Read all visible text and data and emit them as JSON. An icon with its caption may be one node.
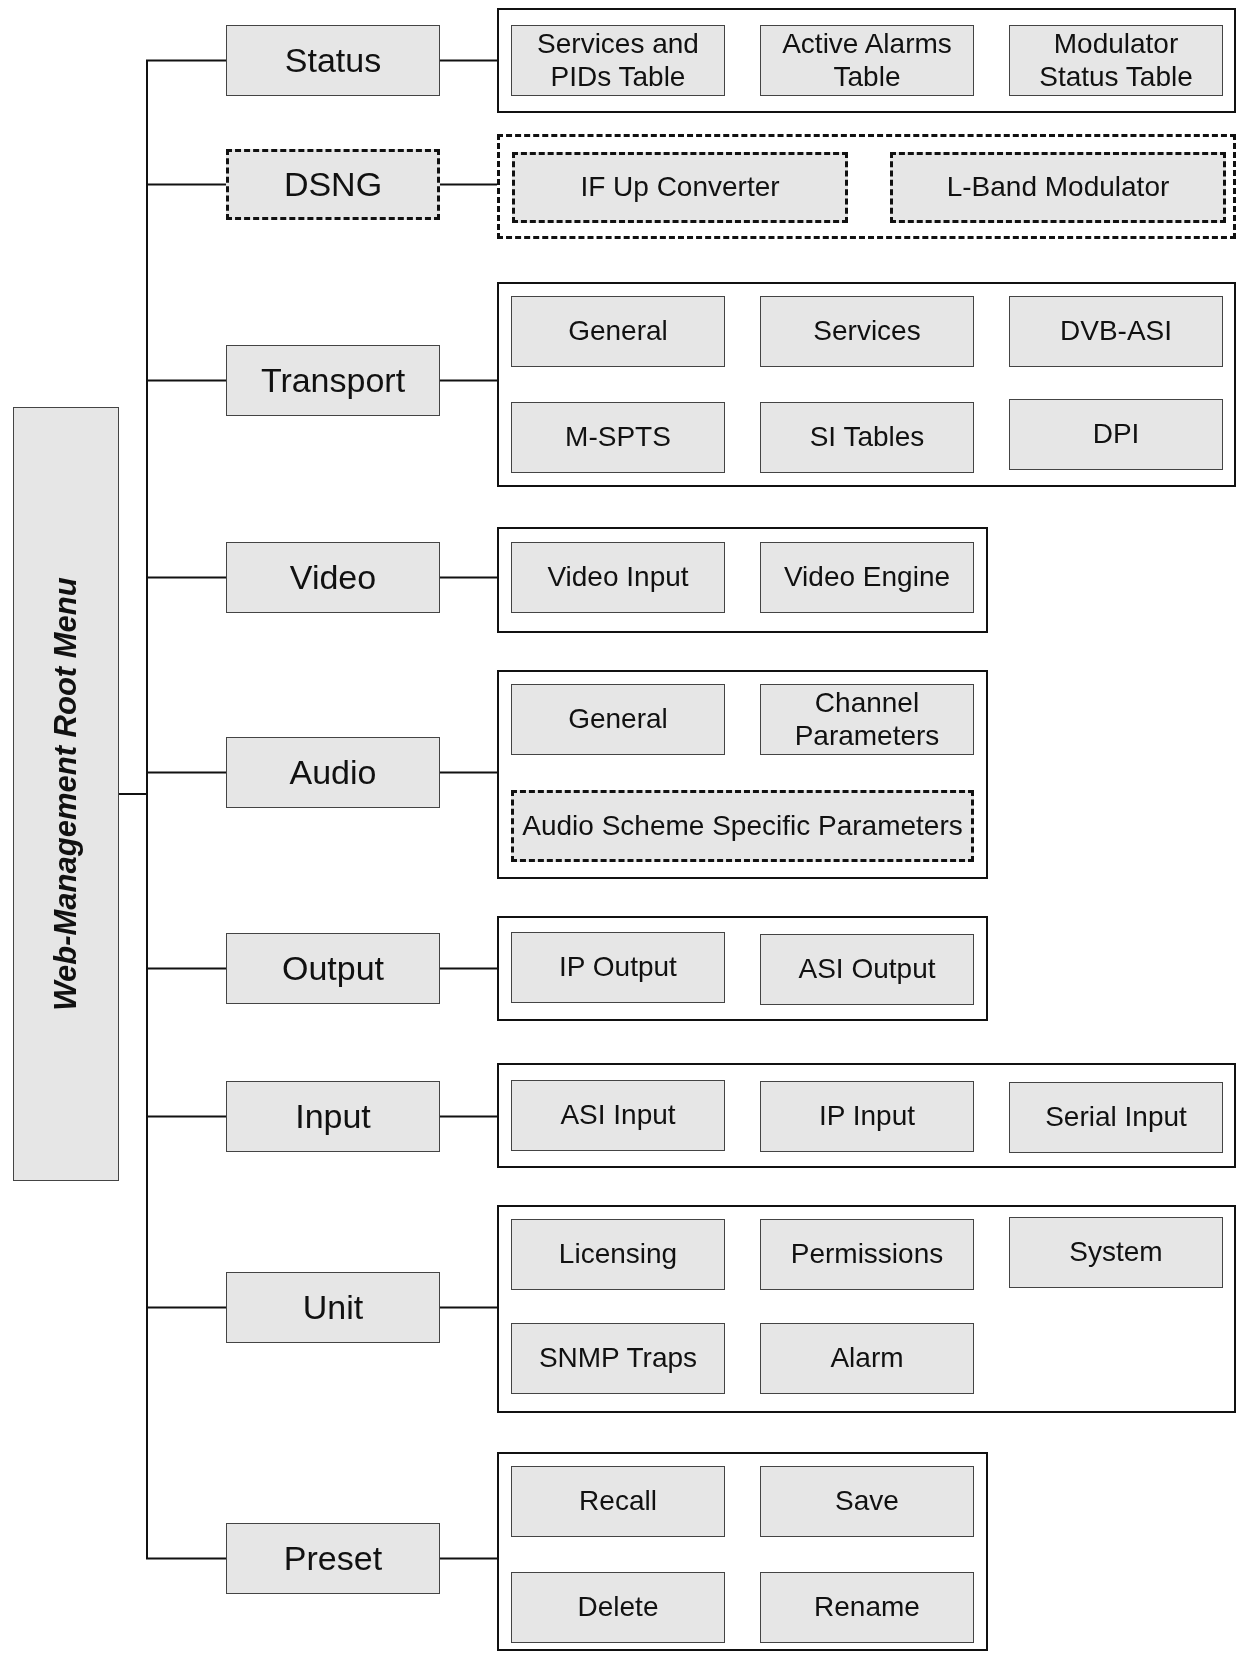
{
  "diagram": {
    "nodes": [
      {
        "text": [
          "Web-Management Root Menu"
        ]
      },
      {
        "text": [
          "Status"
        ]
      },
      {
        "text": [],
        "shape": "box"
      },
      {
        "text": [
          "Services and PIDs Table"
        ],
        "in": 2
      },
      {
        "text": [
          "Active Alarms Table"
        ],
        "in": 2
      },
      {
        "text": [
          "Modulator Status Table"
        ],
        "in": 2
      },
      {
        "text": [
          "DSNG"
        ]
      },
      {
        "text": [],
        "shape": "box"
      },
      {
        "text": [
          "IF Up Converter"
        ],
        "in": 7
      },
      {
        "text": [
          "L-Band Modulator"
        ],
        "in": 7
      },
      {
        "text": [
          "Transport"
        ]
      },
      {
        "text": [],
        "shape": "box"
      },
      {
        "text": [
          "General"
        ],
        "in": 11
      },
      {
        "text": [
          "Services"
        ],
        "in": 11
      },
      {
        "text": [
          "DVB-ASI"
        ],
        "in": 11
      },
      {
        "text": [
          "M-SPTS"
        ],
        "in": 11
      },
      {
        "text": [
          "SI Tables"
        ],
        "in": 11
      },
      {
        "text": [
          "DPI"
        ],
        "in": 11
      },
      {
        "text": [
          "Video"
        ]
      },
      {
        "text": [],
        "shape": "box"
      },
      {
        "text": [
          "Video Input"
        ],
        "in": 19
      },
      {
        "text": [
          "Video Engine"
        ],
        "in": 19
      },
      {
        "text": [
          "Audio"
        ]
      },
      {
        "text": [],
        "shape": "box"
      },
      {
        "text": [
          "General"
        ],
        "in": 23
      },
      {
        "text": [
          "Channel Parameters"
        ],
        "in": 23
      },
      {
        "text": [
          "Audio Scheme Specific Parameters"
        ],
        "in": 23
      },
      {
        "text": [
          "Output"
        ]
      },
      {
        "text": [],
        "shape": "box"
      },
      {
        "text": [
          "IP Output"
        ],
        "in": 28
      },
      {
        "text": [
          "ASI Output"
        ],
        "in": 28
      },
      {
        "text": [
          "Input"
        ]
      },
      {
        "text": [],
        "shape": "box"
      },
      {
        "text": [
          "ASI Input"
        ],
        "in": 32
      },
      {
        "text": [
          "IP Input"
        ],
        "in": 32
      },
      {
        "text": [
          "Serial Input"
        ],
        "in": 32
      },
      {
        "text": [
          "Unit"
        ]
      },
      {
        "text": [],
        "shape": "box"
      },
      {
        "text": [
          "Licensing"
        ],
        "in": 37
      },
      {
        "text": [
          "Permissions"
        ],
        "in": 37
      },
      {
        "text": [
          "System"
        ],
        "in": 37
      },
      {
        "text": [
          "SNMP Traps"
        ],
        "in": 37
      },
      {
        "text": [
          "Alarm"
        ],
        "in": 37
      },
      {
        "text": [
          "Preset"
        ]
      },
      {
        "text": [],
        "shape": "box"
      },
      {
        "text": [
          "Recall"
        ],
        "in": 44
      },
      {
        "text": [
          "Save"
        ],
        "in": 44
      },
      {
        "text": [
          "Delete"
        ],
        "in": 44
      },
      {
        "text": [
          "Rename"
        ],
        "in": 44
      }
    ],
    "edges": [
      {
        "from": 0,
        "to": 1,
        "arrow": "none"
      },
      {
        "from": 0,
        "to": 6,
        "arrow": "none"
      },
      {
        "from": 0,
        "to": 10,
        "arrow": "none"
      },
      {
        "from": 0,
        "to": 18,
        "arrow": "none"
      },
      {
        "from": 0,
        "to": 22,
        "arrow": "none"
      },
      {
        "from": 0,
        "to": 27,
        "arrow": "none"
      },
      {
        "from": 0,
        "to": 31,
        "arrow": "none"
      },
      {
        "from": 0,
        "to": 36,
        "arrow": "none"
      },
      {
        "from": 0,
        "to": 43,
        "arrow": "none"
      },
      {
        "from": 1,
        "to": 2,
        "arrow": "none"
      },
      {
        "from": 6,
        "to": 7,
        "arrow": "none"
      },
      {
        "from": 10,
        "to": 11,
        "arrow": "none"
      },
      {
        "from": 18,
        "to": 19,
        "arrow": "none"
      },
      {
        "from": 22,
        "to": 23,
        "arrow": "none"
      },
      {
        "from": 27,
        "to": 28,
        "arrow": "none"
      },
      {
        "from": 31,
        "to": 32,
        "arrow": "none"
      },
      {
        "from": 36,
        "to": 37,
        "arrow": "none"
      },
      {
        "from": 43,
        "to": 44,
        "arrow": "none"
      }
    ]
  }
}
